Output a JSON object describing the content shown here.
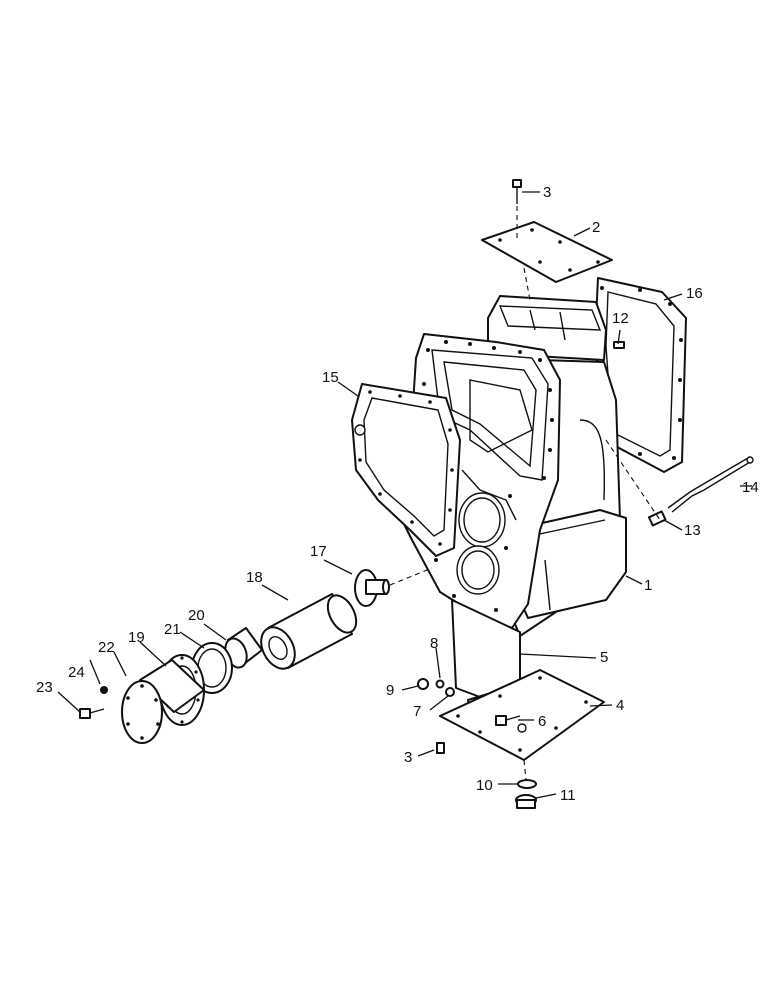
{
  "labels": {
    "l1": "1",
    "l2": "2",
    "l3a": "3",
    "l3b": "3",
    "l4": "4",
    "l5": "5",
    "l6": "6",
    "l7": "7",
    "l8": "8",
    "l9": "9",
    "l10": "10",
    "l11": "11",
    "l12": "12",
    "l13": "13",
    "l14": "14",
    "l15": "15",
    "l16": "16",
    "l17": "17",
    "l18": "18",
    "l19": "19",
    "l20": "20",
    "l21": "21",
    "l22": "22",
    "l23": "23",
    "l24": "24"
  }
}
